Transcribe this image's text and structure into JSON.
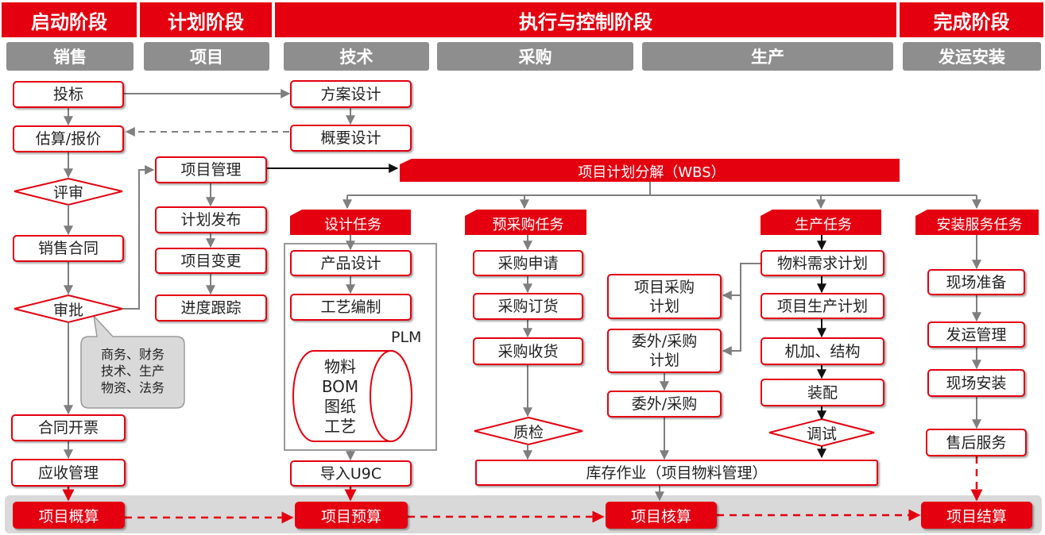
{
  "stages": {
    "start": "启动阶段",
    "plan": "计划阶段",
    "exec": "执行与控制阶段",
    "finish": "完成阶段"
  },
  "categories": {
    "sales": "销售",
    "project": "项目",
    "tech": "技术",
    "purchase": "采购",
    "production": "生产",
    "ship": "发运安装"
  },
  "sales": {
    "bid": "投标",
    "quote": "估算/报价",
    "review": "评审",
    "contract": "销售合同",
    "approve": "审批",
    "invoice": "合同开票",
    "receivable": "应收管理"
  },
  "callout": {
    "line1": "商务、财务",
    "line2": "技术、生产",
    "line3": "物资、法务"
  },
  "project": {
    "manage": "项目管理",
    "publish": "计划发布",
    "change": "项目变更",
    "track": "进度跟踪"
  },
  "tech": {
    "scheme": "方案设计",
    "outline": "概要设计"
  },
  "wbs": "项目计划分解（WBS）",
  "design": {
    "title": "设计任务",
    "product": "产品设计",
    "process": "工艺编制",
    "plm": "PLM",
    "cyl1": "物料",
    "cyl2": "BOM",
    "cyl3": "图纸",
    "cyl4": "工艺",
    "u9c": "导入U9C"
  },
  "prepurchase": {
    "title": "预采购任务",
    "request": "采购申请",
    "order": "采购订货",
    "receive": "采购收货",
    "qc": "质检"
  },
  "purchaseplans": {
    "project_plan_l1": "项目采购",
    "project_plan_l2": "计划",
    "outsource_plan_l1": "委外/采购",
    "outsource_plan_l2": "计划",
    "outsource": "委外/采购"
  },
  "inventory": "库存作业（项目物料管理）",
  "production": {
    "title": "生产任务",
    "mrp": "物料需求计划",
    "plan": "项目生产计划",
    "machining": "机加、结构",
    "assembly": "装配",
    "debug": "调试"
  },
  "install": {
    "title": "安装服务任务",
    "prep": "现场准备",
    "ship": "发运管理",
    "onsite": "现场安装",
    "aftersale": "售后服务"
  },
  "bottom": {
    "estimate": "项目概算",
    "budget": "项目预算",
    "check": "项目核算",
    "settle": "项目结算"
  },
  "colors": {
    "accent": "#e4000f",
    "grey": "#8e8e8e",
    "arrow": "#7f7f7f",
    "band": "#d9d9d9"
  }
}
